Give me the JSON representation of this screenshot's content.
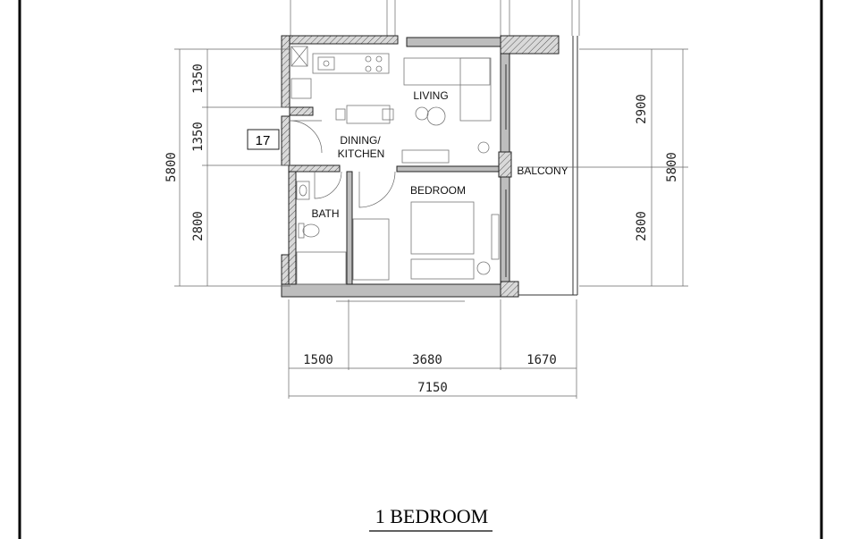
{
  "plan": {
    "rooms": {
      "living": "LIVING",
      "dining_line1": "DINING/",
      "dining_line2": "KITCHEN",
      "bedroom": "BEDROOM",
      "bath": "BATH",
      "balcony": "BALCONY"
    },
    "unit_number": "17",
    "dimensions": {
      "left_1": "1350",
      "left_2": "1350",
      "left_3": "2800",
      "left_total": "5800",
      "right_1": "2900",
      "right_2": "2800",
      "right_total": "5800",
      "bottom_1": "1500",
      "bottom_2": "3680",
      "bottom_3": "1670",
      "bottom_total": "7150"
    },
    "title": "1 BEDROOM"
  }
}
